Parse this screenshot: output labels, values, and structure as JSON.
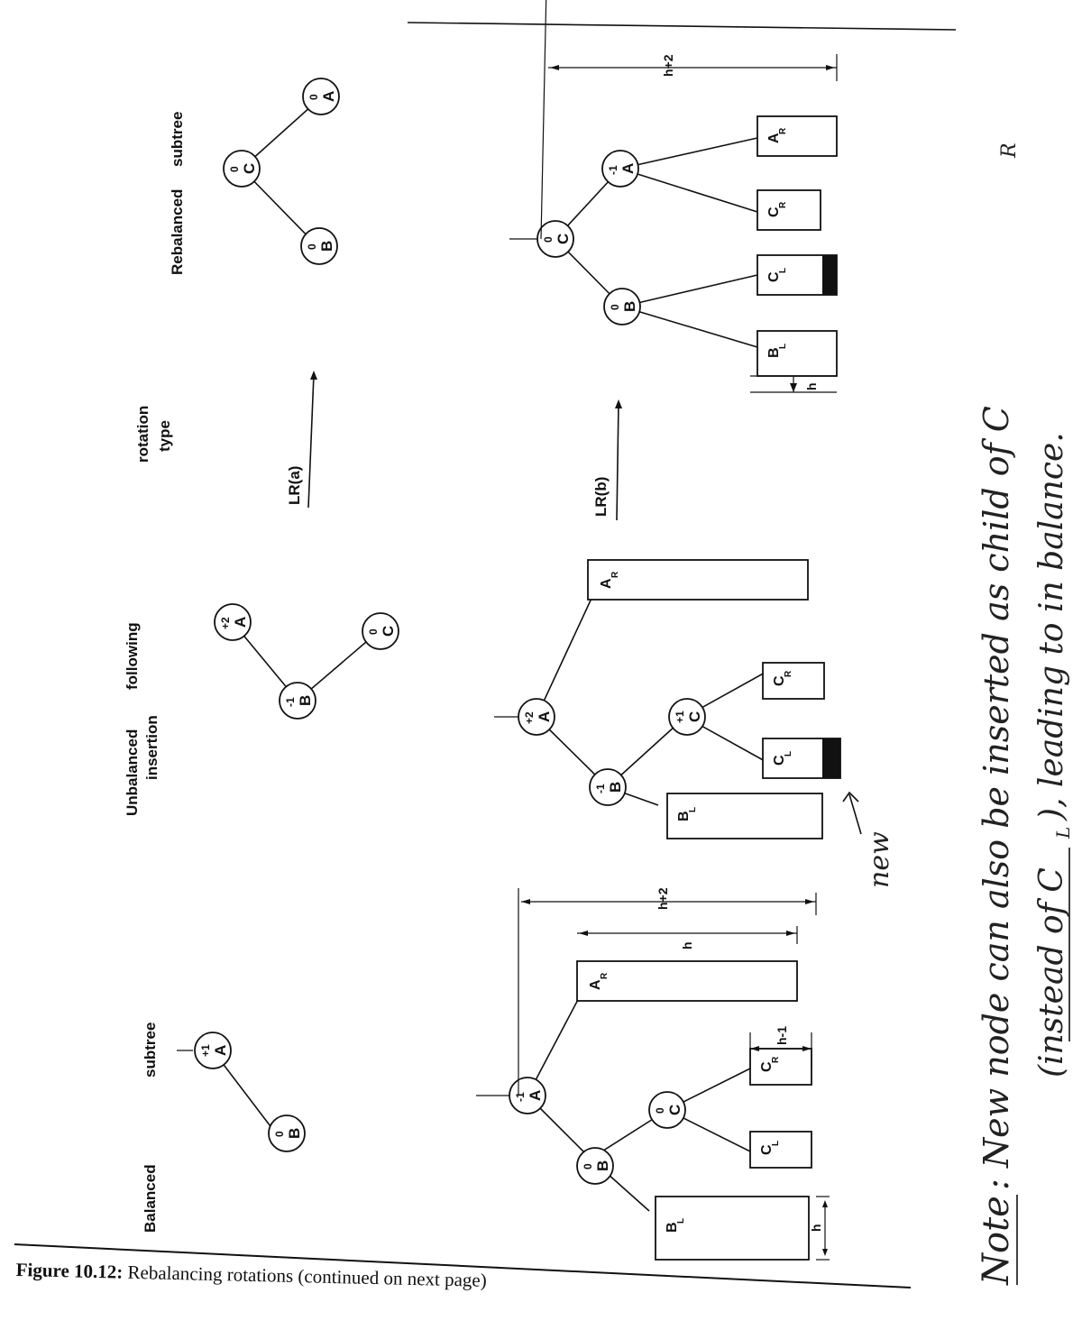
{
  "column_headers": {
    "balanced": [
      "Balanced",
      "subtree"
    ],
    "unbalanced": [
      "Unbalanced",
      "following",
      "insertion"
    ],
    "rotation": [
      "rotation",
      "type"
    ],
    "rebalanced": [
      "Rebalanced",
      "subtree"
    ]
  },
  "rotation_labels": [
    "LR(a)",
    "LR(b)"
  ],
  "nodes": {
    "A": "A",
    "B": "B",
    "C": "C"
  },
  "balance_factors": {
    "zero": "0",
    "plus_one": "+1",
    "minus_one": "-1",
    "plus_two": "+2"
  },
  "subtrees": {
    "BL": {
      "letter": "B",
      "sub": "L"
    },
    "CL": {
      "letter": "C",
      "sub": "L"
    },
    "CR": {
      "letter": "C",
      "sub": "R"
    },
    "AR": {
      "letter": "A",
      "sub": "R"
    }
  },
  "dimensions": {
    "h": "h",
    "h_plus_2": "h+2",
    "h_minus_1": "h-1"
  },
  "handwritten": {
    "new_arrow": "new",
    "note_label": "Note",
    "note_line1": ": New node can also be inserted as child of C",
    "note_line1_sub": "R",
    "note_line2_open": "(instead of C",
    "note_line2_sub": "L",
    "note_line2_rest": "), leading to in balance."
  },
  "caption": {
    "label": "Figure 10.12:",
    "text": "Rebalancing rotations (continued on next page)"
  }
}
